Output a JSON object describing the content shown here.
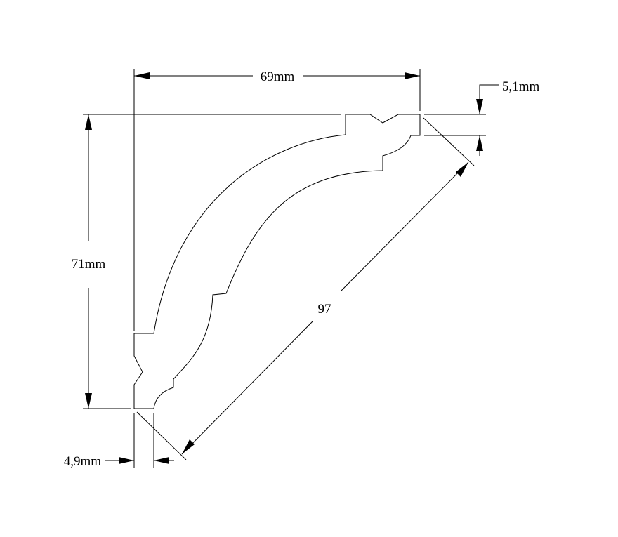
{
  "dimensions": {
    "width": "69mm",
    "height": "71mm",
    "top_offset": "5,1mm",
    "bottom_offset": "4,9mm",
    "diagonal": "97"
  }
}
